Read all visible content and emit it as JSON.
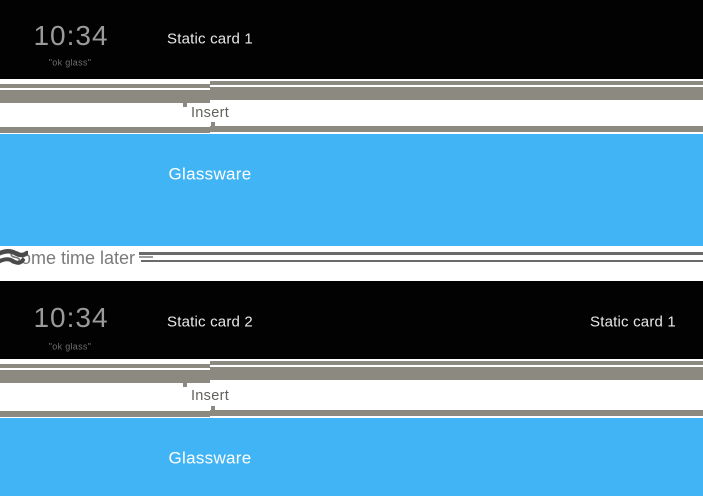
{
  "palette": {
    "strip_background": "#020202",
    "rail_gray": "#8c8981",
    "glassware_blue": "#41b4f6",
    "clock_text": "#9a9a9a",
    "hint_text": "#6f6f6f",
    "card_label_text": "#e8e8e8",
    "insert_text": "#63615c",
    "interlude_text": "#7a7a7a",
    "interlude_line": "#6a6a6a"
  },
  "top_section": {
    "clock": {
      "time": "10:34",
      "hint": "\"ok glass\""
    },
    "static_cards": [
      {
        "label": "Static card 1"
      }
    ],
    "insert_label": "Insert",
    "glassware_card": {
      "label": "Glassware"
    }
  },
  "interlude": {
    "label": "Some time later"
  },
  "bottom_section": {
    "clock": {
      "time": "10:34",
      "hint": "\"ok glass\""
    },
    "static_cards": [
      {
        "label": "Static card 2"
      },
      {
        "label": "Static card 1"
      }
    ],
    "insert_label": "Insert",
    "glassware_card": {
      "label": "Glassware"
    }
  }
}
